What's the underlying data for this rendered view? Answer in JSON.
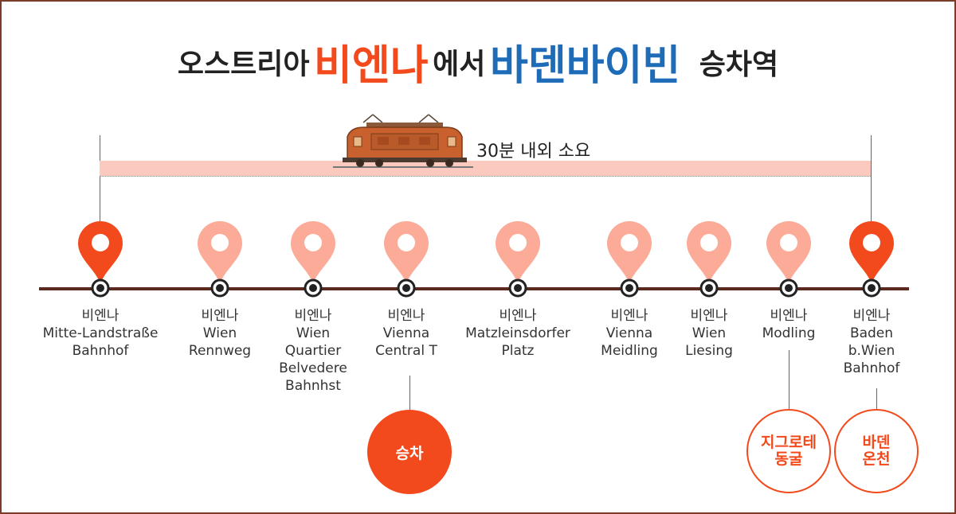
{
  "title": {
    "part1": "오스트리아",
    "origin": "비엔나",
    "part2": "에서",
    "destination": "바덴바이빈",
    "suffix": "승차역"
  },
  "duration": "30분 내외 소요",
  "stations": [
    {
      "line1": "비엔나",
      "line2": "Mitte-Landstraße",
      "line3": "Bahnhof",
      "line4": "",
      "line5": "",
      "highlight": true
    },
    {
      "line1": "비엔나",
      "line2": "Wien",
      "line3": "Rennweg",
      "line4": "",
      "line5": "",
      "highlight": false
    },
    {
      "line1": "비엔나",
      "line2": "Wien",
      "line3": "Quartier",
      "line4": "Belvedere",
      "line5": "Bahnhst",
      "highlight": false
    },
    {
      "line1": "비엔나",
      "line2": "Vienna",
      "line3": "Central T",
      "line4": "",
      "line5": "",
      "highlight": false
    },
    {
      "line1": "비엔나",
      "line2": "Matzleinsdorfer",
      "line3": "Platz",
      "line4": "",
      "line5": "",
      "highlight": false
    },
    {
      "line1": "비엔나",
      "line2": "Vienna",
      "line3": "Meidling",
      "line4": "",
      "line5": "",
      "highlight": false
    },
    {
      "line1": "비엔나",
      "line2": "Wien",
      "line3": "Liesing",
      "line4": "",
      "line5": "",
      "highlight": false
    },
    {
      "line1": "비엔나",
      "line2": "Modling",
      "line3": "",
      "line4": "",
      "line5": "",
      "highlight": false
    },
    {
      "line1": "비엔나",
      "line2": "Baden",
      "line3": "b.Wien",
      "line4": "Bahnhof",
      "line5": "",
      "highlight": true
    }
  ],
  "callouts": {
    "boarding": "승차",
    "grotto": {
      "line1": "지그로테",
      "line2": "동굴"
    },
    "spa": {
      "line1": "바덴",
      "line2": "온천"
    }
  },
  "colors": {
    "accent_orange": "#f24a1c",
    "accent_blue": "#1e6bb8",
    "pin_light": "#fbab97",
    "band": "#fbc9bd",
    "track": "#5a2a1e"
  }
}
